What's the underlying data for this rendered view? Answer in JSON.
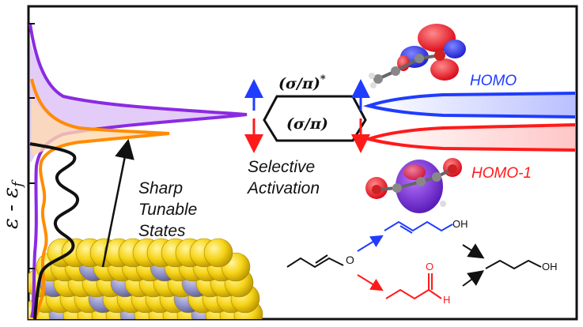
{
  "yaxis": {
    "label": "ε - ε",
    "subscript": "f"
  },
  "labels": {
    "sharp_line1": "Sharp",
    "sharp_line2": "Tunable",
    "sharp_line3": "States",
    "sigma_pi_star": "(σ/π)",
    "sigma_pi_star_sup": "*",
    "sigma_pi": "(σ/π)",
    "selective_line1": "Selective",
    "selective_line2": "Activation",
    "homo": "HOMO",
    "homo_1": "HOMO-1",
    "oh_top": "OH",
    "oh_product": "OH",
    "o_reactant": "O",
    "o_aldehyde": "O",
    "h_aldehyde": "H"
  },
  "colors": {
    "purple": "#8a2be2",
    "orange": "#ff8c00",
    "blue": "#1f3cff",
    "red": "#ff1a1a",
    "gold": "#f6d316",
    "gray_atom": "#8e8fc4"
  }
}
